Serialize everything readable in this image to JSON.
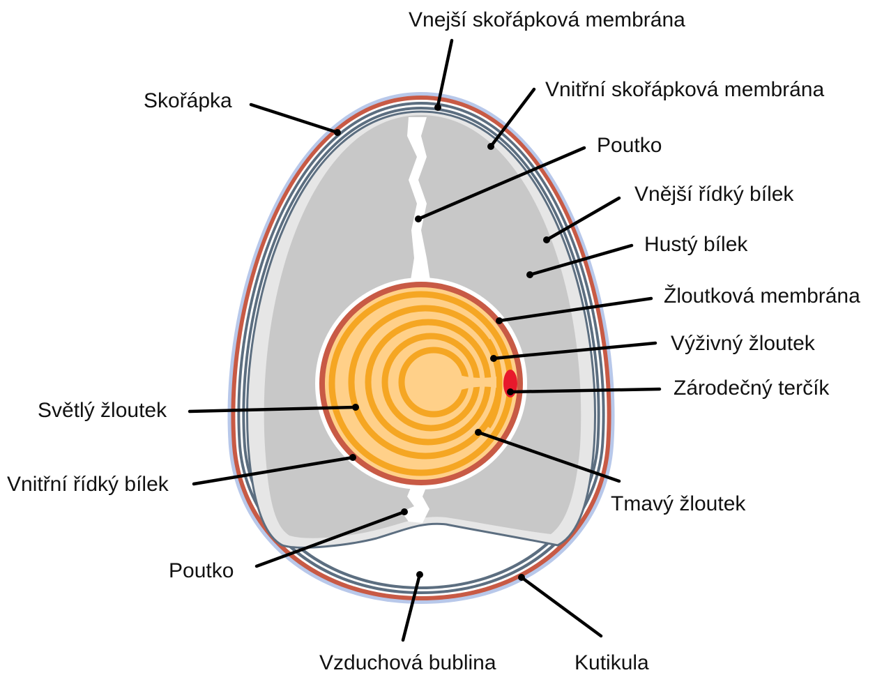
{
  "labels": {
    "outer_shell_membrane": "Vnejší skořápková membrána",
    "shell": "Skořápka",
    "inner_shell_membrane": "Vnitřní skořápková membrána",
    "chalaza_top": "Poutko",
    "outer_thin_albumen": "Vnější řídký bílek",
    "thick_albumen": "Hustý bílek",
    "vitelline_membrane": "Žloutková membrána",
    "nutritive_yolk": "Výživný žloutek",
    "germinal_disc": "Zárodečný terčík",
    "light_yolk": "Světlý žloutek",
    "inner_thin_albumen": "Vnitřní řídký bílek",
    "dark_yolk": "Tmavý žloutek",
    "chalaza_bottom": "Poutko",
    "air_cell": "Vzduchová bublina",
    "cuticle": "Kutikula"
  },
  "colors": {
    "cuticle": "#b8c8ea",
    "shell": "#c85a45",
    "membrane": "#5c6e80",
    "albumen_thin": "#e6e6e6",
    "albumen_thick": "#c8c8c8",
    "yolk_light": "#ffd089",
    "yolk_dark": "#f5a623",
    "vitelline": "#c85a45",
    "germinal_disc": "#e8192c"
  }
}
